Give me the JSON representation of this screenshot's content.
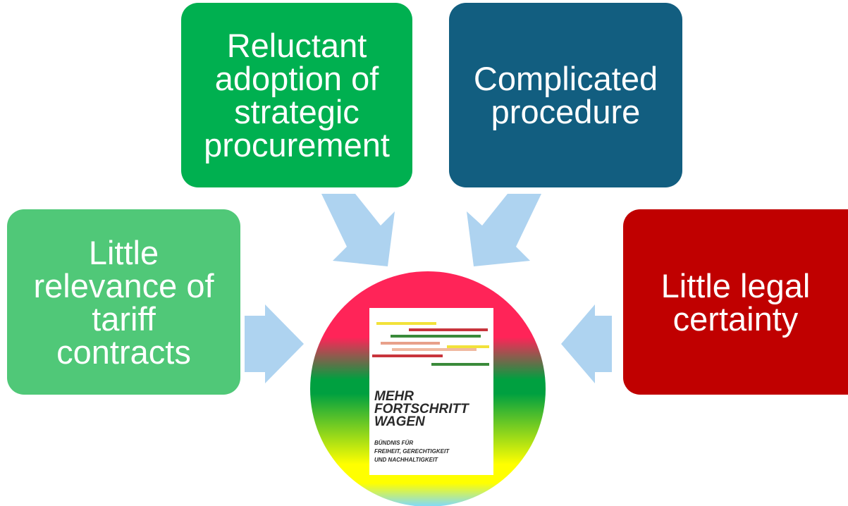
{
  "boxes": {
    "tariff": {
      "label": "Little\nrelevance of\ntariff\ncontracts",
      "color": "#50c878"
    },
    "strategic": {
      "label": "Reluctant\nadoption of\nstrategic\nprocurement",
      "color": "#00b050"
    },
    "procedure": {
      "label": "Complicated\nprocedure",
      "color": "#125e80"
    },
    "legal": {
      "label": "Little legal\ncertainty",
      "color": "#c00000"
    }
  },
  "arrow_color": "#aed3f0",
  "circle_colors": [
    "#ff2458",
    "#00a040",
    "#ffff00",
    "#7fd9ff"
  ],
  "cover": {
    "title": [
      "MEHR",
      "FORTSCHRITT",
      "WAGEN"
    ],
    "subtitle": [
      "BÜNDNIS FÜR",
      "FREIHEIT, GERECHTIGKEIT",
      "UND NACHHALTIGKEIT"
    ]
  }
}
